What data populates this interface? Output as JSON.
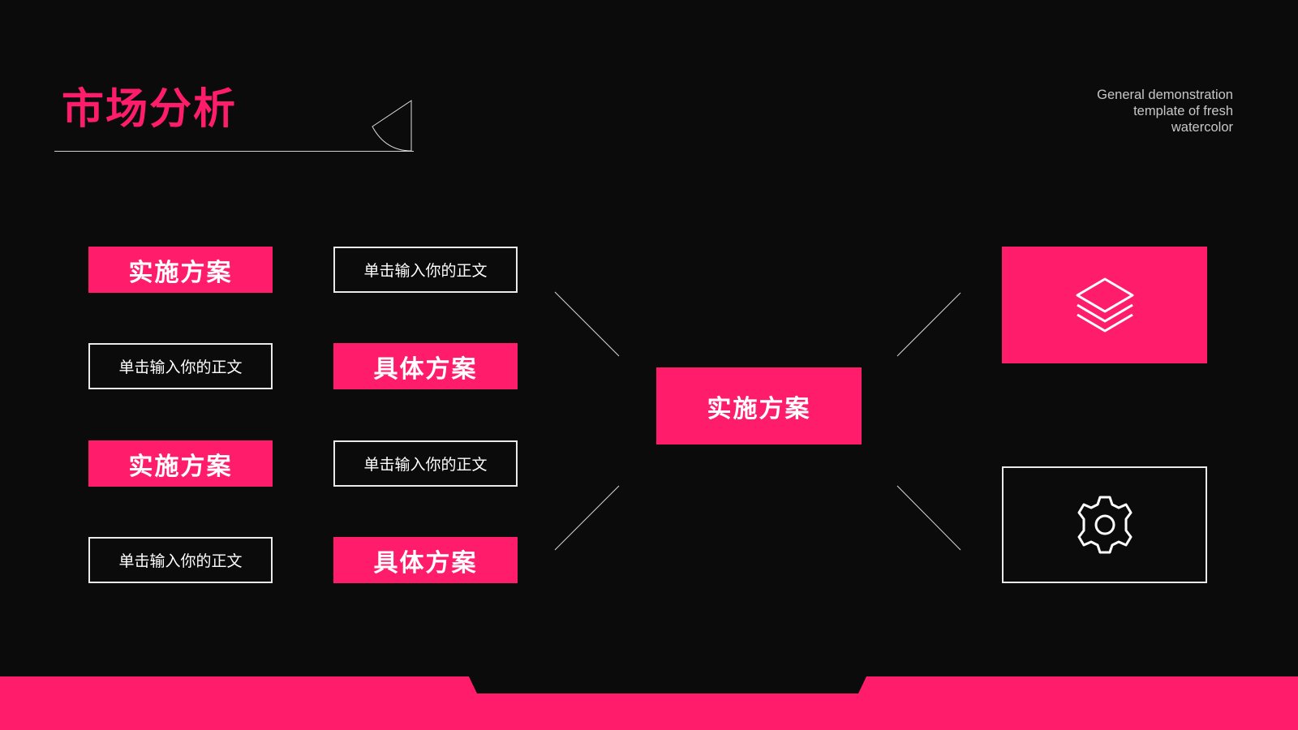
{
  "slide": {
    "title": "市场分析",
    "subtitle_lines": [
      "General demonstration",
      "template of fresh",
      "watercolor"
    ]
  },
  "left_column": [
    {
      "label": "实施方案",
      "style": "pink"
    },
    {
      "label": "单击输入你的正文",
      "style": "outline"
    },
    {
      "label": "实施方案",
      "style": "pink"
    },
    {
      "label": "单击输入你的正文",
      "style": "outline"
    }
  ],
  "middle_column": [
    {
      "label": "单击输入你的正文",
      "style": "outline"
    },
    {
      "label": "具体方案",
      "style": "pink"
    },
    {
      "label": "单击输入你的正文",
      "style": "outline"
    },
    {
      "label": "具体方案",
      "style": "pink"
    }
  ],
  "center": {
    "label": "实施方案"
  },
  "right_icons": [
    {
      "icon": "layers-icon",
      "style": "pink"
    },
    {
      "icon": "gear-icon",
      "style": "outline"
    }
  ],
  "colors": {
    "accent": "#ff1c6a",
    "background": "#0b0b0b",
    "outline": "#e9e9e9"
  }
}
